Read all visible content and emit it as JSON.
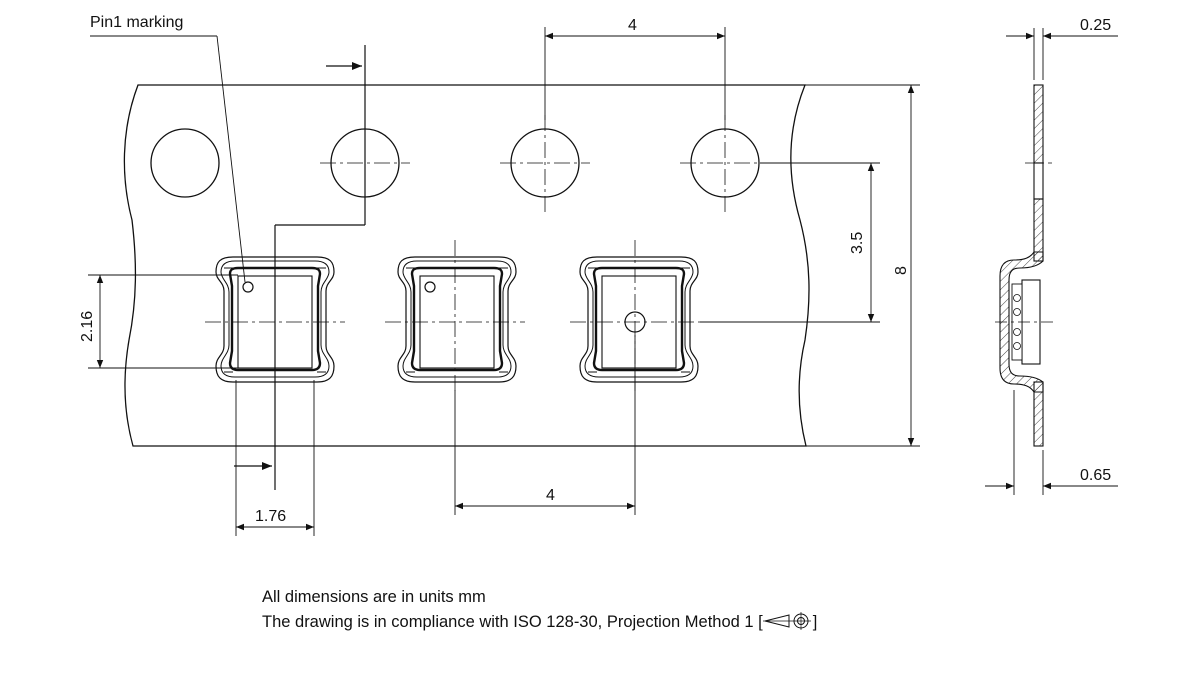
{
  "labels": {
    "pin1_marking": "Pin1 marking"
  },
  "dimensions": {
    "pitch_top": "4",
    "pitch_bottom": "4",
    "hole_to_pocket": "3.5",
    "tape_width": "8",
    "pocket_height": "2.16",
    "pocket_width": "1.76",
    "tape_thickness": "0.25",
    "pocket_depth": "0.65"
  },
  "notes": {
    "units": "All dimensions are in units mm",
    "iso_prefix": "The drawing is in compliance with ISO 128-30, Projection Method 1 [",
    "iso_suffix": "]"
  },
  "icons": {
    "projection": "first-angle-projection-symbol-icon"
  }
}
